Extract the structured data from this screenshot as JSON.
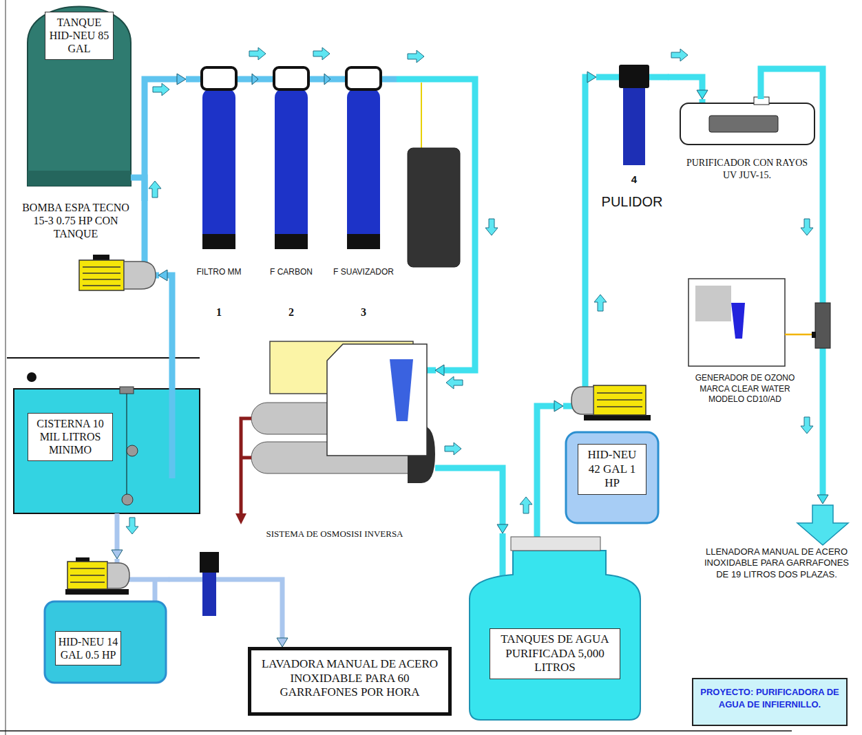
{
  "diagram": {
    "title": "PROYECTO: PURIFICADORA DE AGUA DE INFIERNILLO.",
    "nodes": [
      {
        "text": [
          "TANQUE HID-NEU 85 GAL"
        ]
      },
      {
        "text": [
          "BOMBA ESPA TECNO 15-3 0.75 HP CON TANQUE"
        ]
      },
      {
        "text": [
          "FILTRO MM"
        ]
      },
      {
        "text": [
          "F CARBON"
        ]
      },
      {
        "text": [
          "F SUAVIZADOR"
        ]
      },
      {
        "text": [
          "PULIDOR"
        ]
      },
      {
        "text": [
          "PURIFICADOR CON RAYOS UV JUV-15."
        ]
      },
      {
        "text": [
          "SISTEMA DE OSMOSISI INVERSA"
        ]
      },
      {
        "text": [
          "GENERADOR DE OZONO MARCA CLEAR WATER MODELO CD10/AD"
        ]
      },
      {
        "text": [
          "CISTERNA 10 MIL LITROS MINIMO"
        ]
      },
      {
        "text": [
          "HID-NEU 42 GAL 1 HP"
        ]
      },
      {
        "text": [
          "LLENADORA MANUAL DE ACERO INOXIDABLE PARA GARRAFONES DE 19 LITROS DOS PLAZAS."
        ]
      },
      {
        "text": [
          "HID-NEU 14 GAL 0.5 HP"
        ]
      },
      {
        "text": [
          "LAVADORA MANUAL DE ACERO INOXIDABLE PARA 60 GARRAFONES POR HORA"
        ]
      },
      {
        "text": [
          "TANQUES DE AGUA PURIFICADA 5,000 LITROS"
        ]
      }
    ],
    "edges": [
      {
        "from": 9,
        "to": 1,
        "arrow": "to"
      },
      {
        "from": 0,
        "to": 1,
        "arrow": "none"
      },
      {
        "from": 1,
        "to": 2,
        "arrow": "to"
      },
      {
        "from": 2,
        "to": 3,
        "arrow": "to"
      },
      {
        "from": 3,
        "to": 4,
        "arrow": "to"
      },
      {
        "from": 4,
        "to": 7,
        "arrow": "to"
      },
      {
        "from": 7,
        "to": 14,
        "arrow": "to"
      },
      {
        "from": 14,
        "to": 10,
        "arrow": "to"
      },
      {
        "from": 10,
        "to": 5,
        "arrow": "to"
      },
      {
        "from": 5,
        "to": 6,
        "arrow": "to"
      },
      {
        "from": 6,
        "to": 11,
        "arrow": "to"
      },
      {
        "from": 9,
        "to": 12,
        "arrow": "to"
      },
      {
        "from": 12,
        "to": 13,
        "arrow": "to"
      }
    ],
    "labels": [
      "1",
      "2",
      "3",
      "4"
    ]
  }
}
